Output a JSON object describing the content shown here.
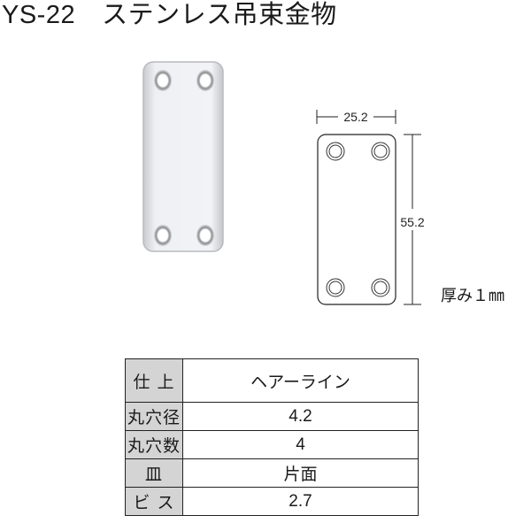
{
  "title": {
    "code": "YS-22",
    "name": "ステンレス吊束金物"
  },
  "photo": {
    "icon": "stainless-plate-photo",
    "holes": 4
  },
  "drawing": {
    "width_dim": "25.2",
    "height_dim": "55.2",
    "thickness": "厚み１㎜"
  },
  "spec_table": {
    "rows": [
      {
        "label": "仕 上",
        "value": "ヘアーライン"
      },
      {
        "label": "丸穴径",
        "value": "4.2"
      },
      {
        "label": "丸穴数",
        "value": "4"
      },
      {
        "label": "皿",
        "value": "片面"
      },
      {
        "label": "ビ ス",
        "value": "2.7"
      }
    ]
  }
}
